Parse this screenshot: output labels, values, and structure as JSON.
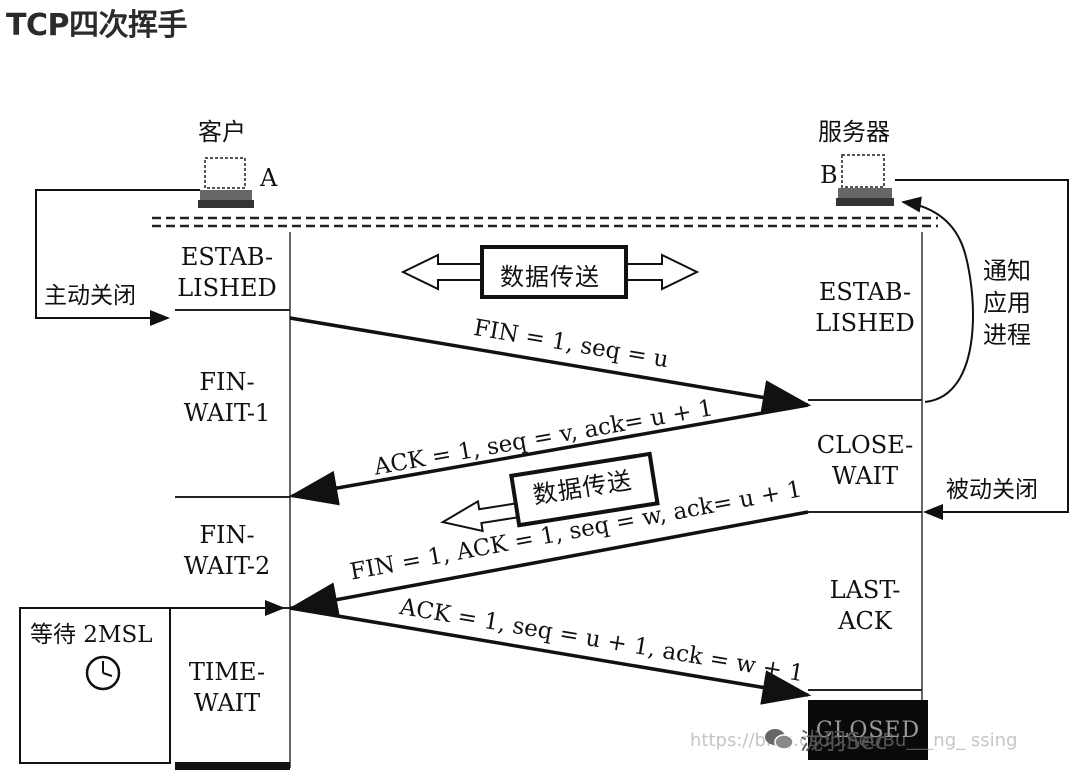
{
  "title": "TCP四次挥手",
  "client": {
    "label": "客户",
    "host": "A"
  },
  "server": {
    "label": "服务器",
    "host": "B"
  },
  "client_states": [
    "ESTAB-\nLISHED",
    "FIN-\nWAIT-1",
    "FIN-\nWAIT-2",
    "TIME-\nWAIT"
  ],
  "server_states": [
    "ESTAB-\nLISHED",
    "CLOSE-\nWAIT",
    "LAST-\nACK"
  ],
  "closed_label": "CLOSED",
  "side_labels": {
    "active_close": "主动关闭",
    "passive_close": "被动关闭",
    "notify_app": "通知\n应用\n进程",
    "wait_2msl": "等待 2MSL"
  },
  "data_transfer": "数据传送",
  "messages": {
    "fin1": "FIN = 1, seq = u",
    "ack1": "ACK = 1, seq = v, ack= u + 1",
    "fin2": "FIN = 1, ACK = 1, seq = w, ack= u + 1",
    "ack2": "ACK = 1, seq = u + 1, ack = w + 1"
  },
  "watermark": {
    "url": "https://blog.csdn.net/Bu___ng_   ssing",
    "brand": "泷羽Sec"
  },
  "icons": {
    "clock": "clock-icon",
    "computer": "computer-icon",
    "wechat": "wechat-icon"
  }
}
